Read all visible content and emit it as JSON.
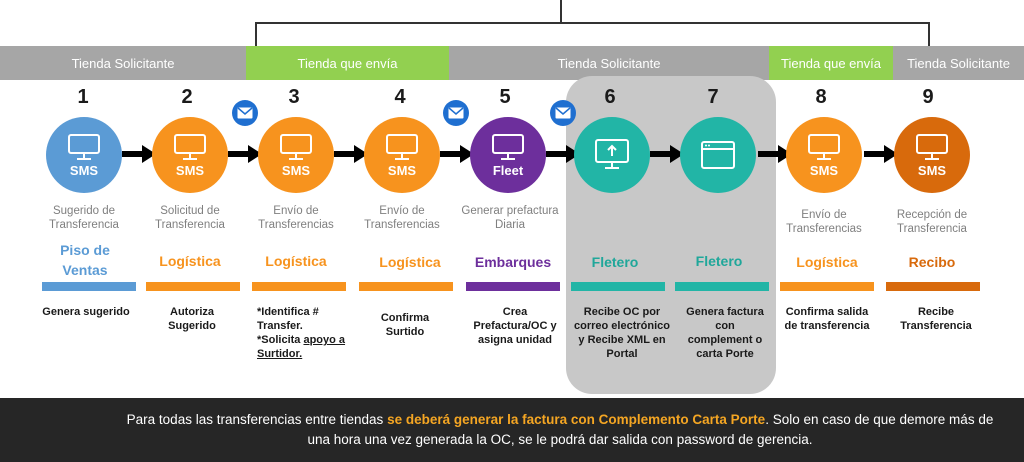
{
  "colors": {
    "blue": "#5b9bd5",
    "orange": "#f7931e",
    "purple": "#6d2f9c",
    "teal": "#22b5a6",
    "dark_orange": "#d86a0c",
    "band_gray": "#a6a6a6",
    "band_green": "#92d050",
    "footer_bg": "#262626",
    "footer_highlight": "#f5a623",
    "mail_blue": "#1f6fd0"
  },
  "bands": [
    {
      "label": "Tienda Solicitante",
      "color": "gray"
    },
    {
      "label": "Tienda que envía",
      "color": "green"
    },
    {
      "label": "Tienda Solicitante",
      "color": "gray"
    },
    {
      "label": "Tienda que envía",
      "color": "green"
    },
    {
      "label": "Tienda Solicitante",
      "color": "gray"
    }
  ],
  "steps": [
    {
      "number": "1",
      "icon": "monitor-icon",
      "caption": "SMS",
      "desc": "Sugerido de Transferencia",
      "role": "Piso de Ventas",
      "role_color": "blue",
      "action": "Genera sugerido"
    },
    {
      "number": "2",
      "icon": "monitor-icon",
      "caption": "SMS",
      "desc": "Solicitud de Transferencia",
      "role": "Logística",
      "role_color": "orange",
      "action": "Autoriza Sugerido"
    },
    {
      "number": "3",
      "icon": "monitor-icon",
      "caption": "SMS",
      "desc": "Envío de Transferencias",
      "role": "Logística",
      "role_color": "orange",
      "action_line1": "*Identifica # Transfer.",
      "action_line2_pre": "*Solicita ",
      "action_line2_u": "apoyo a Surtidor."
    },
    {
      "number": "4",
      "icon": "monitor-icon",
      "caption": "SMS",
      "desc": "Envío de Transferencias",
      "role": "Logística",
      "role_color": "orange",
      "action": "Confirma Surtido"
    },
    {
      "number": "5",
      "icon": "monitor-icon",
      "caption": "Fleet",
      "desc": "Generar prefactura Diaria",
      "role": "Embarques",
      "role_color": "purple",
      "action": "Crea Prefactura/OC y asigna unidad"
    },
    {
      "number": "6",
      "icon": "upload-monitor-icon",
      "caption": "",
      "desc": "",
      "role": "Fletero",
      "role_color": "teal",
      "action": "Recibe OC por correo electrónico y Recibe XML en Portal"
    },
    {
      "number": "7",
      "icon": "browser-window-icon",
      "caption": "",
      "desc": "",
      "role": "Fletero",
      "role_color": "teal",
      "action": "Genera factura con complement o carta Porte"
    },
    {
      "number": "8",
      "icon": "monitor-icon",
      "caption": "SMS",
      "desc": "Envío de Transferencias",
      "role": "Logística",
      "role_color": "orange",
      "action": "Confirma salida de transferencia"
    },
    {
      "number": "9",
      "icon": "monitor-icon",
      "caption": "SMS",
      "desc": "Recepción de Transferencia",
      "role": "Recibo",
      "role_color": "dark_orange",
      "action": "Recibe Transferencia"
    }
  ],
  "mail_icons": [
    "mail-icon",
    "mail-icon",
    "mail-icon"
  ],
  "footer": {
    "part1": "Para todas las transferencias entre tiendas ",
    "highlight": "se deberá generar la factura con Complemento Carta Porte",
    "part2": ". Solo en caso de que demore más de una hora una vez generada la OC, se le podrá dar salida con password de gerencia."
  }
}
